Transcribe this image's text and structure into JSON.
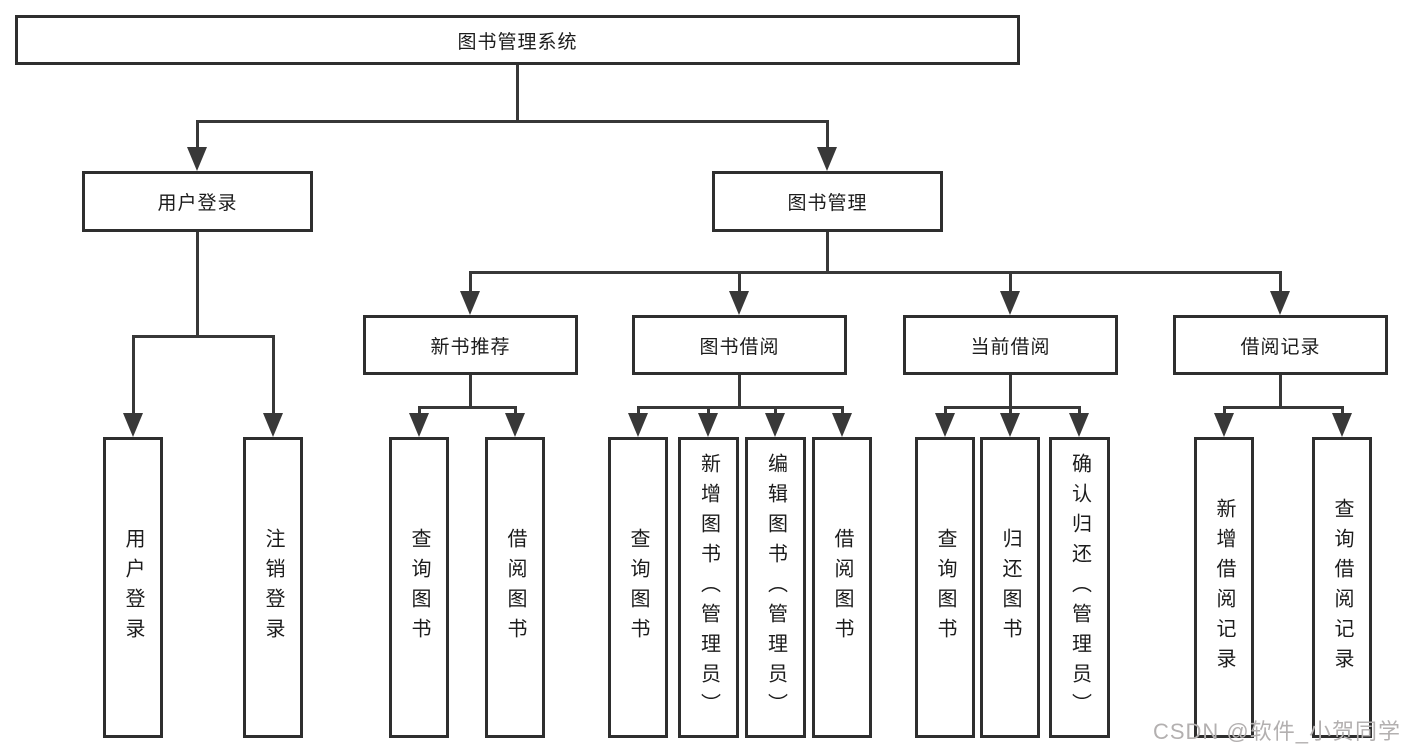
{
  "diagram": {
    "title": "图书管理系统",
    "nodes": {
      "user_login": "用户登录",
      "book_mgmt": "图书管理",
      "new_books": "新书推荐",
      "book_borrow": "图书借阅",
      "current_borrow": "当前借阅",
      "borrow_records": "借阅记录"
    },
    "leaves": {
      "user_login": [
        "用户登录",
        "注销登录"
      ],
      "new_books": [
        "查询图书",
        "借阅图书"
      ],
      "book_borrow": [
        "查询图书",
        "新增图书（管理员）",
        "编辑图书（管理员）",
        "借阅图书"
      ],
      "current_borrow": [
        "查询图书",
        "归还图书",
        "确认归还（管理员）"
      ],
      "borrow_records": [
        "新增借阅记录",
        "查询借阅记录"
      ]
    }
  },
  "watermark": "CSDN @软件_小贺同学",
  "colors": {
    "line": "#383838",
    "border": "#2e2e2e",
    "text": "#1c1c1c",
    "watermark": "#b3b0b0",
    "background": "#ffffff"
  }
}
